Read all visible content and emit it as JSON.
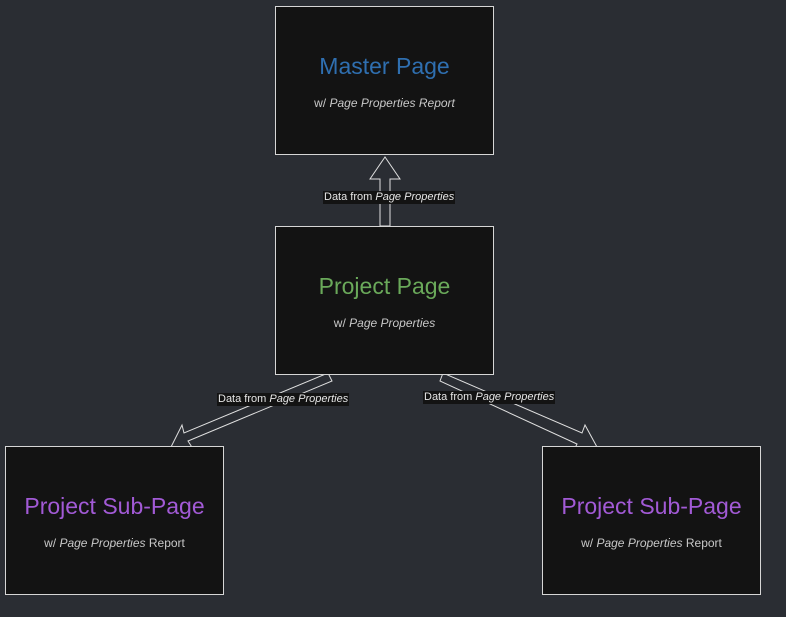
{
  "colors": {
    "background": "#2a2d33",
    "box_fill": "#131313",
    "master_title": "#2f6fb0",
    "project_title": "#6aa95a",
    "subpage_title": "#a25ad6",
    "arrow_stroke": "#e0e0e0"
  },
  "nodes": {
    "master": {
      "title": "Master Page",
      "sub_prefix": "w/ ",
      "sub_italic": "Page Properties Report",
      "sub_suffix": ""
    },
    "project": {
      "title": "Project Page",
      "sub_prefix": "w/ ",
      "sub_italic": "Page Properties",
      "sub_suffix": ""
    },
    "sub_left": {
      "title": "Project Sub-Page",
      "sub_prefix": "w/ ",
      "sub_italic": "Page Properties",
      "sub_suffix": " Report"
    },
    "sub_right": {
      "title": "Project Sub-Page",
      "sub_prefix": "w/ ",
      "sub_italic": "Page Properties",
      "sub_suffix": " Report"
    }
  },
  "edges": {
    "project_to_master": {
      "prefix": "Data from ",
      "italic": "Page Properties"
    },
    "project_to_sub_left": {
      "prefix": "Data from ",
      "italic": "Page Properties"
    },
    "project_to_sub_right": {
      "prefix": "Data from ",
      "italic": "Page Properties"
    }
  }
}
